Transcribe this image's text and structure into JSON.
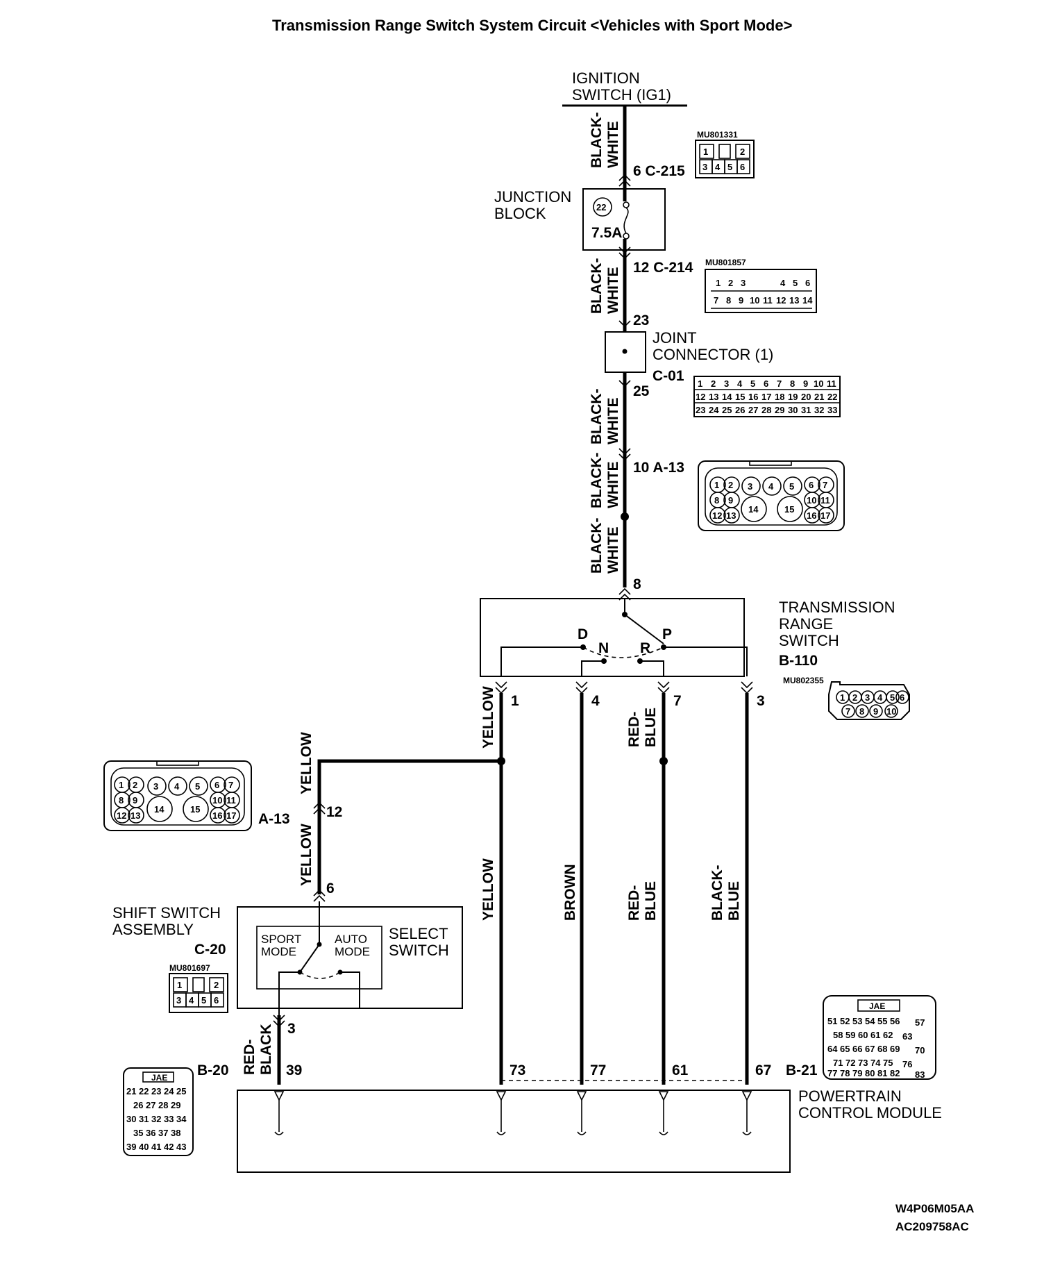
{
  "title": "Transmission Range Switch System Circuit <Vehicles with Sport Mode>",
  "ignition": {
    "line1": "IGNITION",
    "line2": "SWITCH (IG1)"
  },
  "junction_block": {
    "line1": "JUNCTION",
    "line2": "BLOCK",
    "fuse_no": "22",
    "fuse_rating": "7.5A"
  },
  "joint_connector": {
    "line1": "JOINT",
    "line2": "CONNECTOR (1)",
    "id": "C-01"
  },
  "trs": {
    "line1": "TRANSMISSION",
    "line2": "RANGE",
    "line3": "SWITCH",
    "id": "B-110",
    "part": "MU802355",
    "positions": [
      "D",
      "N",
      "R",
      "P"
    ]
  },
  "shift_switch": {
    "line1": "SHIFT SWITCH",
    "line2": "ASSEMBLY",
    "id": "C-20",
    "part": "MU801697"
  },
  "select_switch": {
    "line1": "SELECT",
    "line2": "SWITCH",
    "sport1": "SPORT",
    "sport2": "MODE",
    "auto1": "AUTO",
    "auto2": "MODE"
  },
  "pcm": {
    "line1": "POWERTRAIN",
    "line2": "CONTROL MODULE"
  },
  "wires": {
    "bw1": "BLACK-",
    "bw2": "WHITE",
    "yellow": "YELLOW",
    "brown": "BROWN",
    "rb1": "RED-",
    "rb2": "BLUE",
    "bb1": "BLACK-",
    "bb2": "BLUE",
    "rbk1": "RED-",
    "rbk2": "BLACK"
  },
  "connectors": {
    "c215": "6  C-215",
    "c214": "12  C-214",
    "p23": "23",
    "p25": "25",
    "a13_top": "10  A-13",
    "p8": "8",
    "t1": "1",
    "t4": "4",
    "t7": "7",
    "t3": "3",
    "a13_left": "A-13",
    "p12": "12",
    "p6": "6",
    "p3": "3",
    "b20": "B-20",
    "p39": "39",
    "p73": "73",
    "p77": "77",
    "p61": "61",
    "p67": "67",
    "b21": "B-21"
  },
  "part_numbers": {
    "mu801331": "MU801331",
    "mu801857": "MU801857",
    "jae": "JAE"
  },
  "c215_pins": [
    "1",
    "2",
    "3",
    "4",
    "5",
    "6"
  ],
  "c214_pins": [
    "1",
    "2",
    "3",
    "4",
    "5",
    "6",
    "7",
    "8",
    "9",
    "10",
    "11",
    "12",
    "13",
    "14"
  ],
  "c01_pins": [
    "1",
    "2",
    "3",
    "4",
    "5",
    "6",
    "7",
    "8",
    "9",
    "10",
    "11",
    "12",
    "13",
    "14",
    "15",
    "16",
    "17",
    "18",
    "19",
    "20",
    "21",
    "22",
    "23",
    "24",
    "25",
    "26",
    "27",
    "28",
    "29",
    "30",
    "31",
    "32",
    "33"
  ],
  "a13_pins": [
    "1",
    "2",
    "3",
    "4",
    "5",
    "6",
    "7",
    "8",
    "9",
    "10",
    "11",
    "12",
    "13",
    "14",
    "15",
    "16",
    "17"
  ],
  "b110_pins": [
    "1",
    "2",
    "3",
    "4",
    "5",
    "6",
    "7",
    "8",
    "9",
    "10"
  ],
  "b21_pins": [
    "51",
    "52",
    "53",
    "54",
    "55",
    "56",
    "57",
    "58",
    "59",
    "60",
    "61",
    "62",
    "63",
    "64",
    "65",
    "66",
    "67",
    "68",
    "69",
    "70",
    "71",
    "72",
    "73",
    "74",
    "75",
    "76",
    "77",
    "78",
    "79",
    "80",
    "81",
    "82",
    "83"
  ],
  "b20_pins": [
    "21",
    "22",
    "23",
    "24",
    "25",
    "26",
    "27",
    "28",
    "29",
    "30",
    "31",
    "32",
    "33",
    "34",
    "35",
    "36",
    "37",
    "38",
    "39",
    "40",
    "41",
    "42",
    "43"
  ],
  "footer": {
    "code1": "W4P06M05AA",
    "code2": "AC209758AC"
  }
}
